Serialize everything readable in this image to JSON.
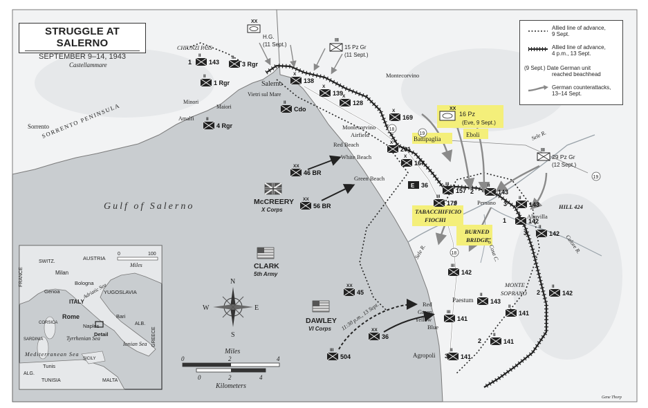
{
  "title": "STRUGGLE AT SALERNO",
  "subtitle": "SEPTEMBER 9–14, 1943",
  "legend": [
    {
      "symbol": "dotted-line",
      "text_1": "Allied line of advance,",
      "text_2": "9 Sept."
    },
    {
      "symbol": "hatched-line",
      "text_1": "Allied line of advance,",
      "text_2": "4 p.m., 13 Sept."
    },
    {
      "symbol": "date",
      "text_1": "(9 Sept.) Date German unit",
      "text_2": "reached beachhead"
    },
    {
      "symbol": "arrow",
      "text_1": "German counterattacks,",
      "text_2": "13–14 Sept."
    }
  ],
  "water": {
    "gulf_label": "Gulf of Salerno"
  },
  "places": {
    "castellammare": "Castellammare",
    "sorrento": "Sorrento",
    "sorrento_peninsula": "SORRENTO PENINSULA",
    "chiunzi_pass": "CHIUNZI PASS",
    "vietri": "Vietri sul Mare",
    "salerno": "Salerno",
    "minori": "Minori",
    "maiori": "Maiori",
    "amalfi": "Amalfi",
    "montecorvino": "Montecorvino",
    "montecorvino_airfield_1": "Montecorvino",
    "montecorvino_airfield_2": "Airfield",
    "battipaglia": "Battipaglia",
    "eboli": "Eboli",
    "persano": "Persano",
    "altavilla": "Altavilla",
    "hill424": "HILL 424",
    "tabacchificio_1": "TABACCHIFICIO",
    "tabacchificio_2": "FIOCHI",
    "burned_bridge_1": "BURNED",
    "burned_bridge_2": "BRIDGE",
    "monte_soprano_1": "MONTE",
    "monte_soprano_2": "SOPRANO",
    "paestum": "Paestum",
    "agropoli": "Agropoli",
    "sele_r": "Sele R.",
    "sele_r2": "Sele R.",
    "calore_r": "Calore R.",
    "la_cosa": "La Cosa C."
  },
  "beaches": {
    "red": "Red Beach",
    "white": "White Beach",
    "green": "Green Beach",
    "south": [
      "Red",
      "Green",
      "Yellow",
      "Blue"
    ]
  },
  "commanders": {
    "mccreery": {
      "name": "McCREERY",
      "unit": "X Corps"
    },
    "clark": {
      "name": "CLARK",
      "unit": "5th Army"
    },
    "dawley": {
      "name": "DAWLEY",
      "unit": "VI Corps"
    }
  },
  "german_units": {
    "hg": {
      "type": "XX",
      "label": "H.G.",
      "date": "(11 Sept.)"
    },
    "pzgr15": {
      "type": "III",
      "label": "15 Pz Gr",
      "date": "(11 Sept.)"
    },
    "pz16": {
      "type": "XX",
      "label": "16 Pz",
      "date": "(Eve, 9 Sept.)"
    },
    "pzgr29": {
      "type": "III",
      "label": "29 Pz Gr",
      "date": "(12 Sept.)"
    }
  },
  "allied_units": [
    {
      "id": "rgr1a",
      "size": "II",
      "number": "1"
    },
    {
      "id": "rgr143",
      "size": "II",
      "number": "143"
    },
    {
      "id": "rgr3",
      "size": "II",
      "number": "3 Rgr"
    },
    {
      "id": "rgr1",
      "size": "II",
      "number": "1 Rgr"
    },
    {
      "id": "u138",
      "size": "X",
      "number": "138"
    },
    {
      "id": "u139",
      "size": "X",
      "number": "139"
    },
    {
      "id": "u128",
      "size": "X",
      "number": "128"
    },
    {
      "id": "cdo",
      "size": "II",
      "number": "Cdo"
    },
    {
      "id": "rgr4",
      "size": "II",
      "number": "4 Rgr"
    },
    {
      "id": "u169",
      "size": "X",
      "number": "169"
    },
    {
      "id": "u201",
      "size": "X",
      "number": "201"
    },
    {
      "id": "u167",
      "size": "X",
      "number": "167"
    },
    {
      "id": "br46",
      "size": "XX",
      "number": "46 BR"
    },
    {
      "id": "br56",
      "size": "XX",
      "number": "56 BR"
    },
    {
      "id": "u36e",
      "size": "",
      "number": "36"
    },
    {
      "id": "u157",
      "size": "III",
      "number": "157"
    },
    {
      "id": "u179",
      "size": "III",
      "number": "179"
    },
    {
      "id": "u2_143",
      "size": "II",
      "number": "2"
    },
    {
      "id": "u143b",
      "size": "II",
      "number": "143"
    },
    {
      "id": "u3_143",
      "size": "II",
      "number": "3"
    },
    {
      "id": "u143c",
      "size": "II",
      "number": "143"
    },
    {
      "id": "u1_142",
      "size": "II",
      "number": "1"
    },
    {
      "id": "u142a",
      "size": "II",
      "number": "142"
    },
    {
      "id": "u3_142",
      "size": "II",
      "number": "3"
    },
    {
      "id": "u142b",
      "size": "II",
      "number": "142"
    },
    {
      "id": "u142c",
      "size": "III",
      "number": "142"
    },
    {
      "id": "u45",
      "size": "XX",
      "number": "45"
    },
    {
      "id": "u143d",
      "size": "II",
      "number": "143"
    },
    {
      "id": "u2_142",
      "size": "II",
      "number": "2"
    },
    {
      "id": "u142d",
      "size": "II",
      "number": "142"
    },
    {
      "id": "u141a",
      "size": "III",
      "number": "141"
    },
    {
      "id": "u141b",
      "size": "II",
      "number": "141"
    },
    {
      "id": "u2_141",
      "size": "II",
      "number": "2"
    },
    {
      "id": "u141c",
      "size": "II",
      "number": "141"
    },
    {
      "id": "u3_141",
      "size": "II",
      "number": "3"
    },
    {
      "id": "u141d",
      "size": "II",
      "number": "141"
    },
    {
      "id": "u36",
      "size": "XX",
      "number": "36"
    },
    {
      "id": "u504",
      "size": "III",
      "number": "504"
    }
  ],
  "landing_note": "11:30 p.m., 13 Sept.",
  "compass": {
    "n": "N",
    "s": "S",
    "e": "E",
    "w": "W"
  },
  "scale": {
    "miles_label": "Miles",
    "km_label": "Kilometers",
    "miles_ticks": [
      "0",
      "2",
      "4"
    ],
    "km_ticks": [
      "0",
      "2",
      "4"
    ]
  },
  "roads": [
    "18",
    "19",
    "18",
    "19"
  ],
  "inset": {
    "countries": [
      "SWITZ.",
      "AUSTRIA",
      "FRANCE",
      "YUGOSLAVIA",
      "ITALY",
      "ALB.",
      "GREECE",
      "ALG.",
      "TUNISIA",
      "MALTA"
    ],
    "cities": [
      "Milan",
      "Bologna",
      "Genoa",
      "Rome",
      "Naples",
      "Bari",
      "Tunis"
    ],
    "seas": [
      "Adriatic Sea",
      "Tyrrhenian Sea",
      "Ionian Sea",
      "Mediterranean Sea"
    ],
    "islands": [
      "CORSICA",
      "SARDINIA",
      "SICILY"
    ],
    "detail": "Detail",
    "scale_label": "Miles",
    "scale_ticks": [
      "0",
      "100"
    ]
  },
  "credit": "Gene Thorp",
  "colors": {
    "sea": "#c9cdd0",
    "land": "#f2f3f4",
    "highlight": "#f4ef7a",
    "ink": "#222222"
  }
}
